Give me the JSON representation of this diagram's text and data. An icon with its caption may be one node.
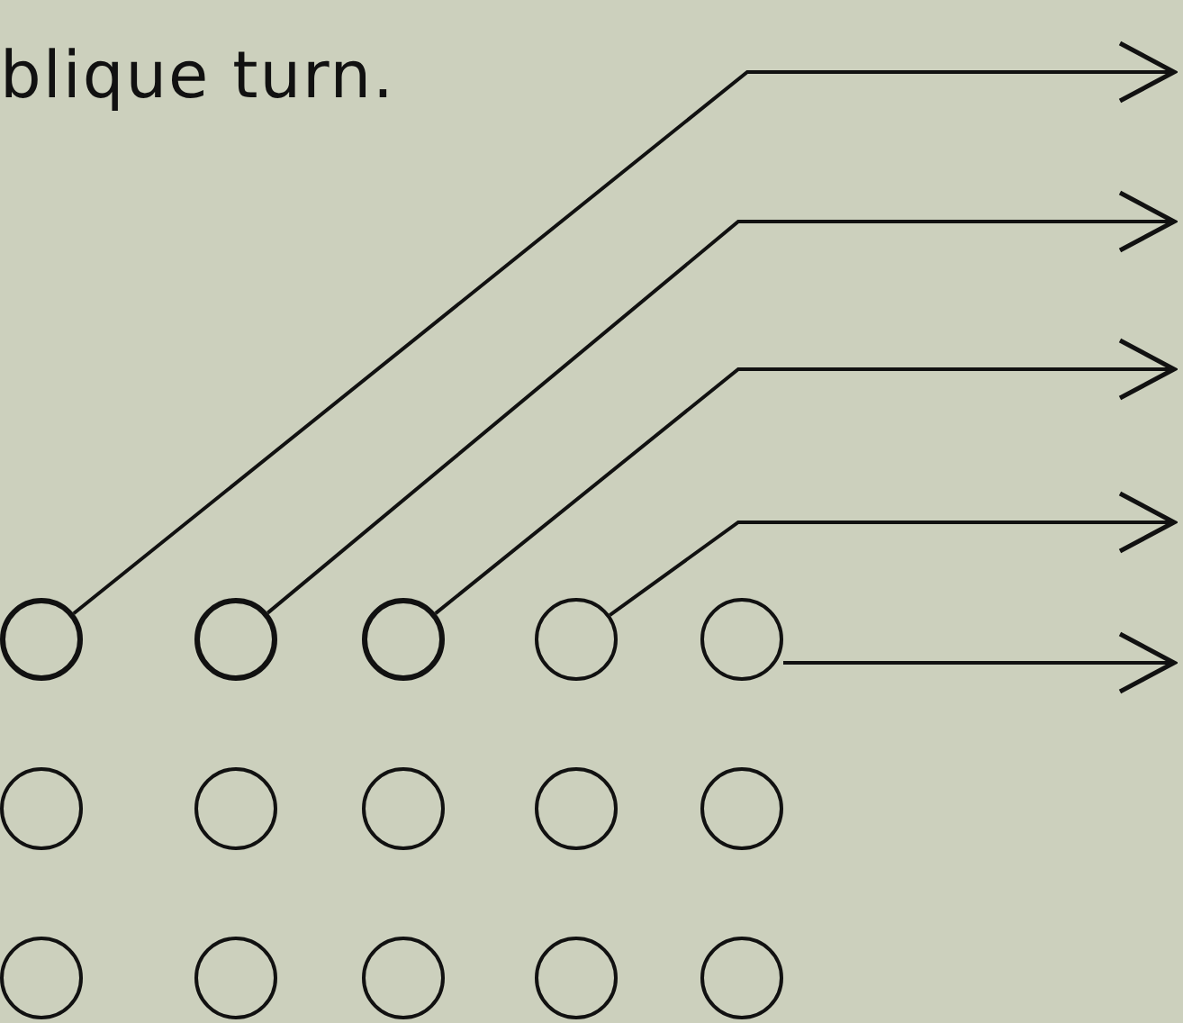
{
  "diagram": {
    "nodes": [
      {
        "text": [],
        "shape": "circle"
      },
      {
        "text": [],
        "shape": "circle"
      },
      {
        "text": [],
        "shape": "circle"
      },
      {
        "text": [],
        "shape": "circle"
      },
      {
        "text": [],
        "shape": "circle"
      },
      {
        "text": [],
        "shape": "circle"
      },
      {
        "text": [],
        "shape": "circle"
      },
      {
        "text": [],
        "shape": "circle"
      },
      {
        "text": [],
        "shape": "circle"
      },
      {
        "text": [],
        "shape": "circle"
      },
      {
        "text": [],
        "shape": "circle"
      },
      {
        "text": [],
        "shape": "circle"
      },
      {
        "text": [],
        "shape": "circle"
      },
      {
        "text": [],
        "shape": "circle"
      },
      {
        "text": [],
        "shape": "circle"
      }
    ],
    "edges": [
      {
        "from": 0,
        "to": null,
        "arrow": "to"
      },
      {
        "from": 1,
        "to": null,
        "arrow": "to"
      },
      {
        "from": 2,
        "to": null,
        "arrow": "to"
      },
      {
        "from": 3,
        "to": null,
        "arrow": "to"
      },
      {
        "from": 4,
        "to": null,
        "arrow": "to"
      }
    ],
    "labels": [
      "blique turn."
    ]
  }
}
